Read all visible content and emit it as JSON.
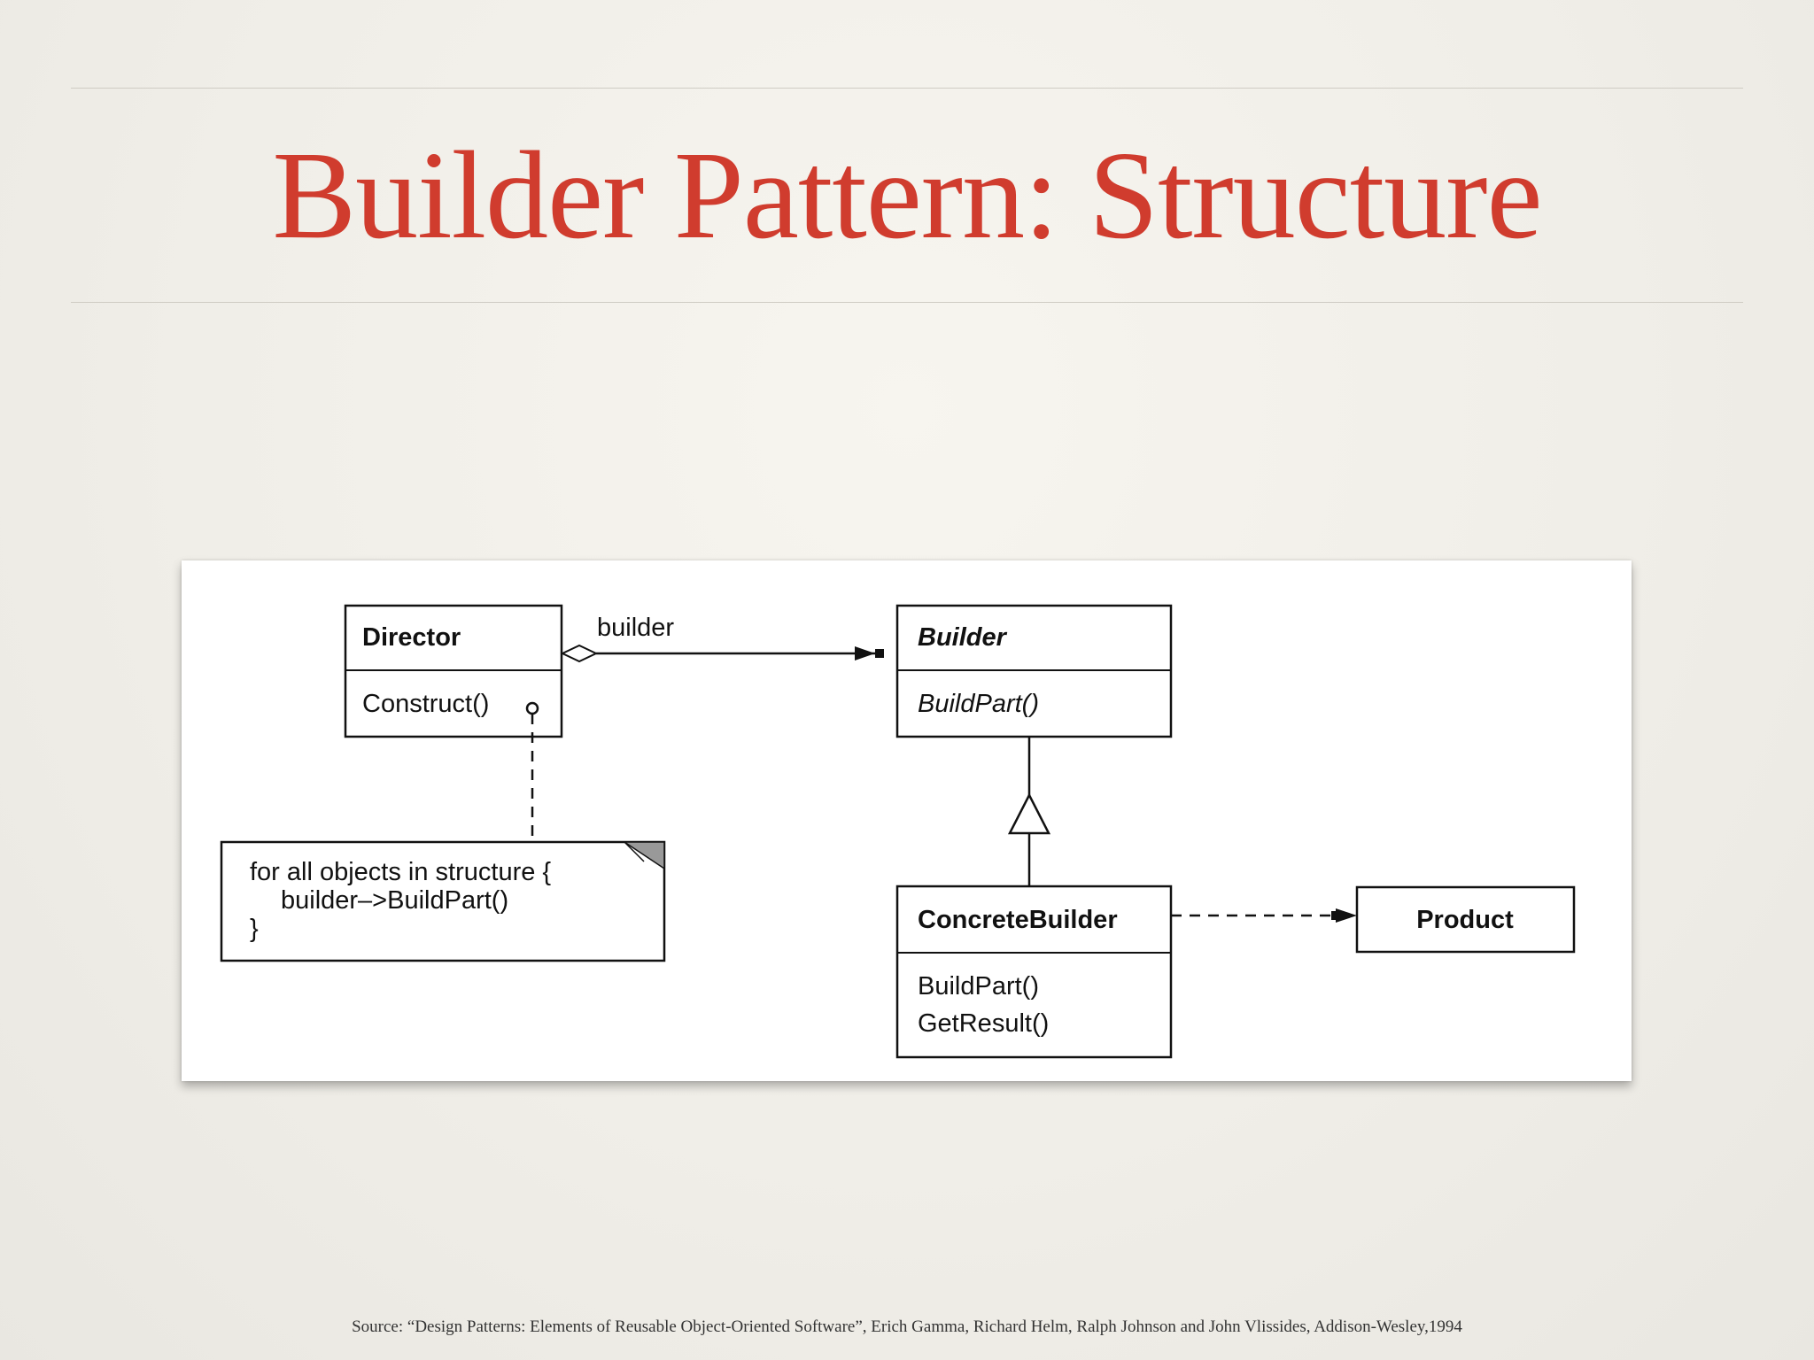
{
  "slide": {
    "title": "Builder Pattern: Structure",
    "source": "Source: “Design Patterns: Elements of Reusable Object-Oriented Software”, Erich Gamma, Richard Helm, Ralph Johnson and John Vlissides, Addison-Wesley,1994",
    "title_color": "#d03c2e"
  },
  "diagram": {
    "director": {
      "name": "Director",
      "method": "Construct()"
    },
    "builder_assoc_label": "builder",
    "builder": {
      "name": "Builder",
      "method": "BuildPart()"
    },
    "concrete_builder": {
      "name": "ConcreteBuilder",
      "methods": [
        "BuildPart()",
        "GetResult()"
      ]
    },
    "product": {
      "name": "Product"
    },
    "note": {
      "lines": [
        "for all objects in structure {",
        "builder–>BuildPart()",
        "}"
      ]
    }
  }
}
